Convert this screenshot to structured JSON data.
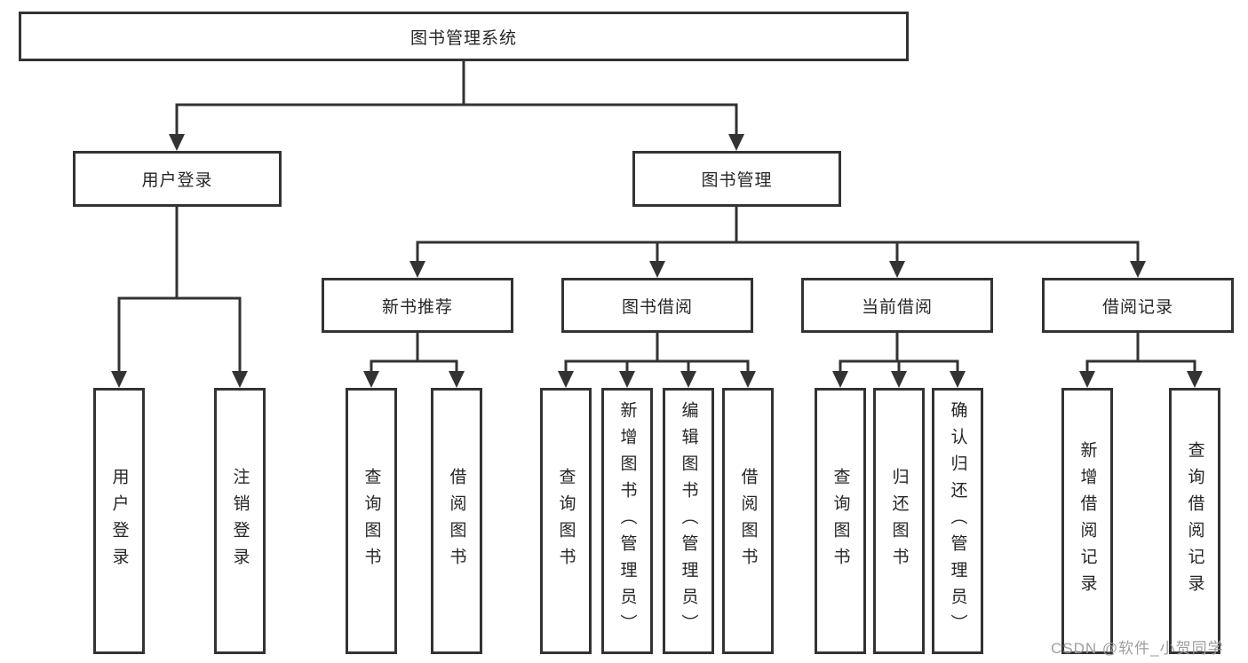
{
  "diagram": {
    "title": "图书管理系统",
    "tree": {
      "root": {
        "label": "图书管理系统"
      },
      "level2": [
        {
          "label": "用户登录"
        },
        {
          "label": "图书管理"
        }
      ],
      "level3": [
        {
          "label": "新书推荐"
        },
        {
          "label": "图书借阅"
        },
        {
          "label": "当前借阅"
        },
        {
          "label": "借阅记录"
        }
      ],
      "level4": {
        "user_login": [
          {
            "label": "用户登录"
          },
          {
            "label": "注销登录"
          }
        ],
        "new_book": [
          {
            "label": "查询图书"
          },
          {
            "label": "借阅图书"
          }
        ],
        "book_borrowing": [
          {
            "label": "查询图书"
          },
          {
            "label": "新增图书（管理员）"
          },
          {
            "label": "编辑图书（管理员）"
          },
          {
            "label": "借阅图书"
          }
        ],
        "current_borrowing": [
          {
            "label": "查询图书"
          },
          {
            "label": "归还图书"
          },
          {
            "label": "确认归还（管理员）"
          }
        ],
        "borrowing_records": [
          {
            "label": "新增借阅记录"
          },
          {
            "label": "查询借阅记录"
          }
        ]
      }
    }
  },
  "watermark": {
    "text": "CSDN @软件_小贺同学",
    "color": "#9e9e9e"
  },
  "colors": {
    "line": "#333333",
    "box_border": "#333333",
    "text": "#262626",
    "background": "#ffffff"
  }
}
